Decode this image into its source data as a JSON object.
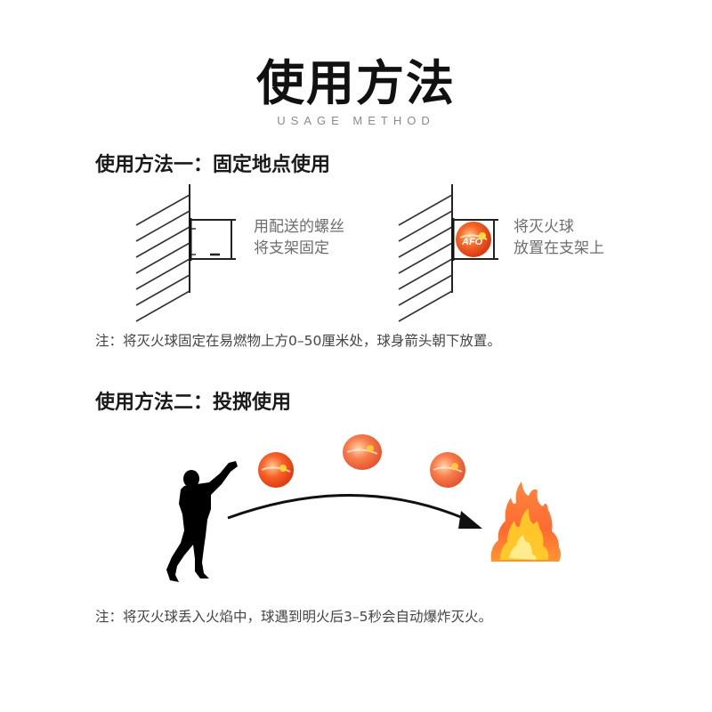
{
  "header": {
    "title": "使用方法",
    "subtitle": "USAGE METHOD"
  },
  "method_one": {
    "title": "使用方法一：固定地点使用",
    "step1": {
      "line1": "用配送的螺丝",
      "line2": "将支架固定",
      "icon": "wall-bracket-icon"
    },
    "step2": {
      "line1": "将灭火球",
      "line2": "放置在支架上",
      "icon": "wall-bracket-with-ball-icon"
    },
    "note": "注：将灭火球固定在易燃物上方0–50厘米处，球身箭头朝下放置。"
  },
  "method_two": {
    "title": "使用方法二：投掷使用",
    "illustration": {
      "thrower": "person-throwing-silhouette",
      "balls": 3,
      "arrow": "trajectory-arrow",
      "target": "fire-flames"
    },
    "ball_label": "AFO",
    "note": "注：将灭火球丢入火焰中，球遇到明火后3–5秒会自动爆炸灭火。"
  },
  "colors": {
    "ball_primary": "#f04a1c",
    "ball_highlight": "#ffb347",
    "flame_outer": "#ff5a1a",
    "flame_inner": "#ffd23a",
    "text_dark": "#111111",
    "text_gray": "#6d6d6d"
  }
}
